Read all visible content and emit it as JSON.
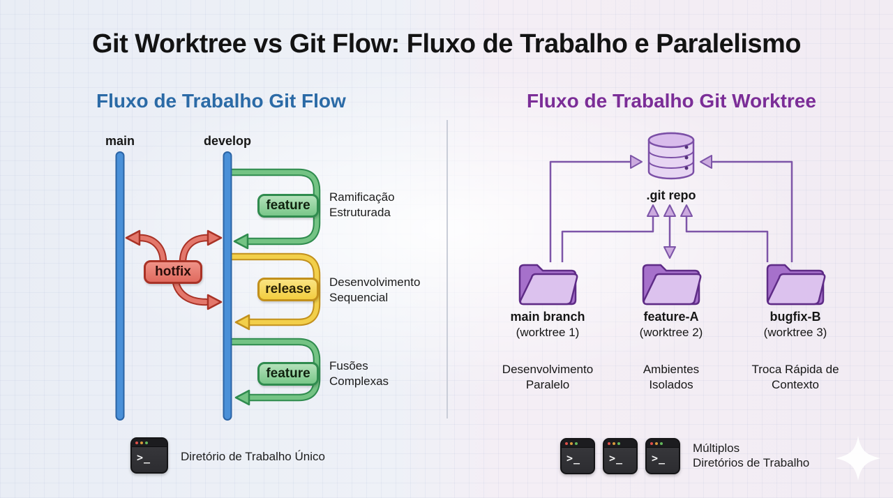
{
  "title": "Git Worktree vs Git Flow: Fluxo de Trabalho e Paralelismo",
  "gitflow": {
    "heading": "Fluxo de Trabalho Git Flow",
    "branches": {
      "main": "main",
      "develop": "develop"
    },
    "node_feature_top": "feature",
    "node_hotfix": "hotfix",
    "node_release": "release",
    "node_feature_bottom": "feature",
    "annotation_1": "Ramificação\nEstruturada",
    "annotation_2": "Desenvolvimento\nSequencial",
    "annotation_3": "Fusões\nComplexas",
    "footer": "Diretório de Trabalho Único"
  },
  "worktree": {
    "heading": "Fluxo de Trabalho Git Worktree",
    "repo_label": ".git repo",
    "folders": [
      {
        "name": "main branch",
        "sub": "(worktree 1)",
        "benefit": "Desenvolvimento\nParalelo"
      },
      {
        "name": "feature-A",
        "sub": "(worktree 2)",
        "benefit": "Ambientes\nIsolados"
      },
      {
        "name": "bugfix-B",
        "sub": "(worktree 3)",
        "benefit": "Troca Rápida de\nContexto"
      }
    ],
    "footer": "Múltiplos\nDiretórios de Trabalho"
  },
  "icons": {
    "terminal_prompt": ">_"
  },
  "colors": {
    "heading_left_blue": "#2b6aa6",
    "heading_right_purple": "#7b2d97",
    "branch_blue": "#4a90d8",
    "feature_green": "#2f8b4e",
    "hotfix_red": "#a93226",
    "release_yellow": "#c2901c",
    "worktree_purple": "#7d55a8"
  }
}
